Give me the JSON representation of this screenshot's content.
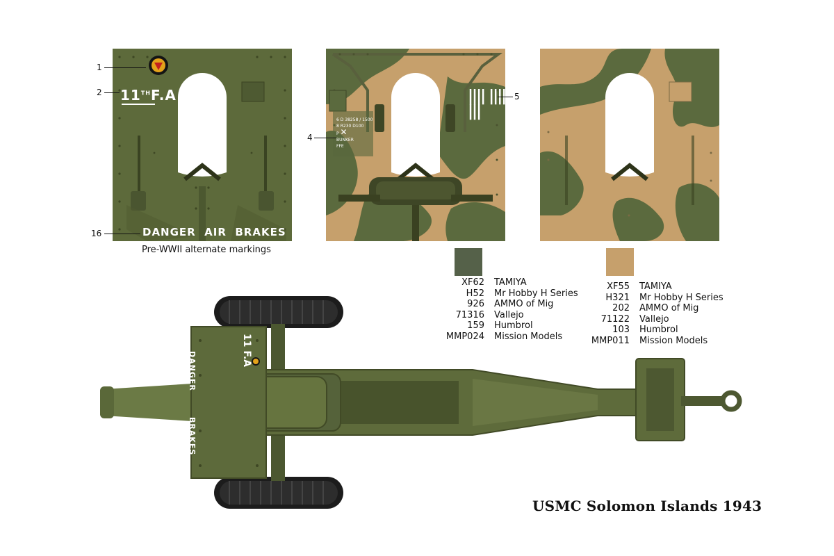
{
  "panels": {
    "left_caption": "Pre-WWII alternate markings",
    "callouts": [
      {
        "id": "c1",
        "label": "1"
      },
      {
        "id": "c2",
        "label": "2"
      },
      {
        "id": "c16",
        "label": "16"
      },
      {
        "id": "c4",
        "label": "4"
      },
      {
        "id": "c5",
        "label": "5"
      }
    ],
    "markings": {
      "unit_main": "11",
      "unit_th": "TH",
      "unit_fa": "F.A",
      "danger": "DANGER  AIR  BRAKES",
      "stencil_line1": "6 D  38258 / 1500",
      "stencil_line2": "8   R230  D100",
      "stencil_line3": "P",
      "stencil_line4": "BUNKER",
      "stencil_line5": "FFE"
    }
  },
  "paints": {
    "green": {
      "color": "#556149",
      "rows": [
        {
          "code": "XF62",
          "brand": "TAMIYA"
        },
        {
          "code": "H52",
          "brand": "Mr Hobby H Series"
        },
        {
          "code": "926",
          "brand": "AMMO of Mig"
        },
        {
          "code": "71316",
          "brand": "Vallejo"
        },
        {
          "code": "159",
          "brand": "Humbrol"
        },
        {
          "code": "MMP024",
          "brand": "Mission Models"
        }
      ]
    },
    "tan": {
      "color": "#c6a06c",
      "rows": [
        {
          "code": "XF55",
          "brand": "TAMIYA"
        },
        {
          "code": "H321",
          "brand": "Mr Hobby H Series"
        },
        {
          "code": "202",
          "brand": "AMMO of Mig"
        },
        {
          "code": "71122",
          "brand": "Vallejo"
        },
        {
          "code": "103",
          "brand": "Humbrol"
        },
        {
          "code": "MMP011",
          "brand": "Mission Models"
        }
      ]
    }
  },
  "gun": {
    "shield_text_unit": "11 F.A",
    "shield_text_danger": "DANGER",
    "shield_text_brakes": "BRAKES"
  },
  "title": "USMC Solomon Islands 1943",
  "colors": {
    "olive": "#5c6a3a",
    "olive_dark": "#434d28",
    "tan": "#c6a06c",
    "green": "#556149"
  }
}
